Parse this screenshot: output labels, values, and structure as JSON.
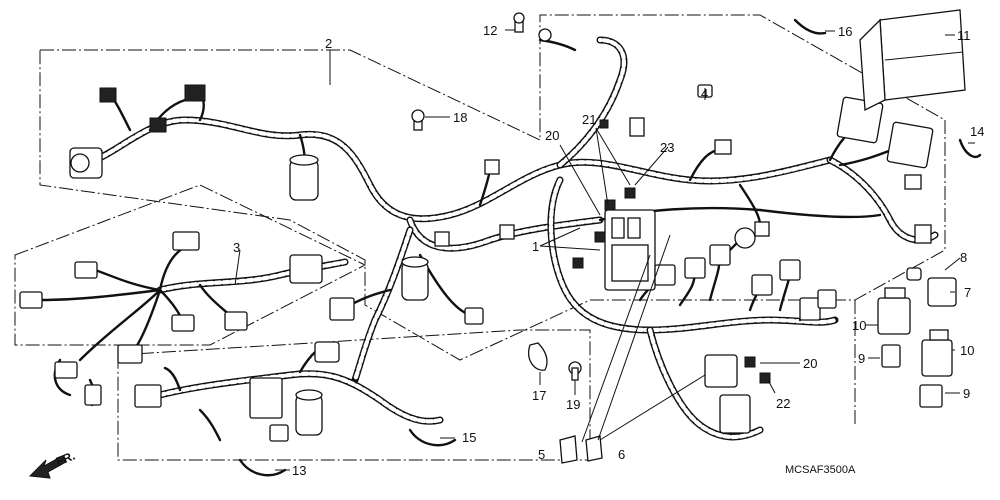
{
  "diagram": {
    "code": "MCSAF3500A",
    "direction_label": "FR.",
    "callouts": [
      "1",
      "2",
      "3",
      "4",
      "5",
      "6",
      "7",
      "8",
      "9",
      "9",
      "10",
      "10",
      "11",
      "12",
      "13",
      "14",
      "15",
      "16",
      "17",
      "18",
      "19",
      "20",
      "20",
      "21",
      "22",
      "23"
    ]
  }
}
